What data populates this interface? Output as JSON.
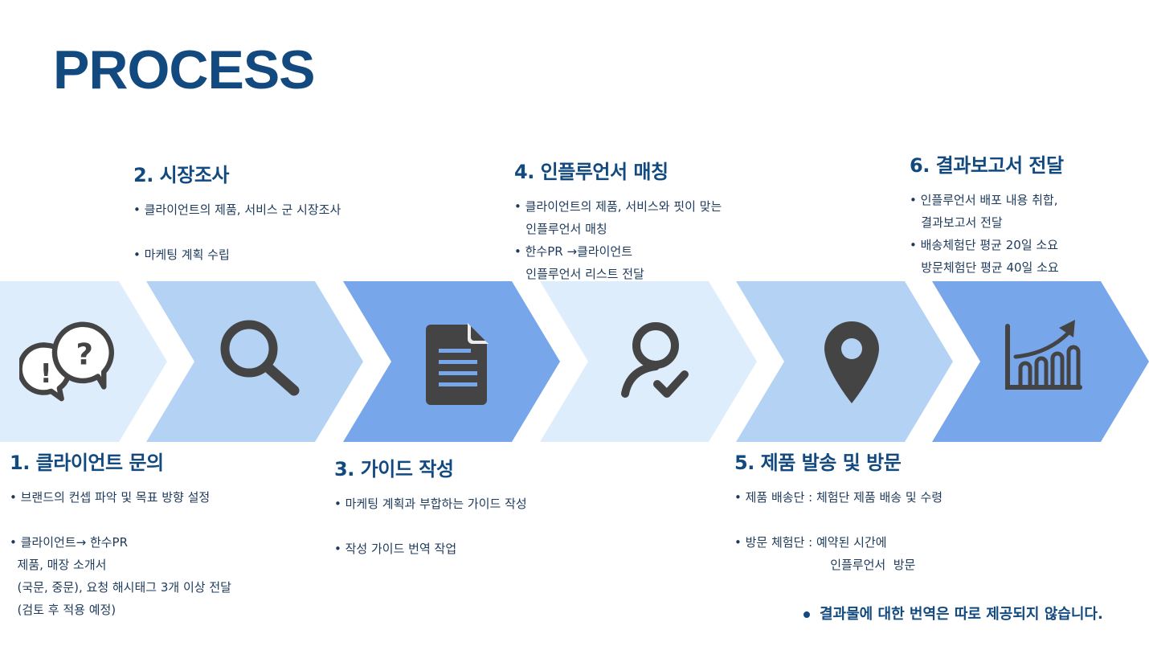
{
  "title": "PROCESS",
  "colors": {
    "title": "#124a80",
    "arrow_light": "#deedfb",
    "arrow_mid": "#b4d3f4",
    "arrow_dark": "#78a6ea",
    "icon": "#444444"
  },
  "steps": [
    {
      "heading": "1. 클라이언트 문의",
      "icon": "chat-question-icon",
      "lines": [
        "• 브랜드의 컨셉 파악 및 목표 방향 설정",
        "",
        "• 클라이언트→ 한수PR",
        "  제품, 매장 소개서",
        "  (국문, 중문), 요청 해시태그 3개 이상 전달",
        "  (검토 후 적용 예정)"
      ]
    },
    {
      "heading": "2. 시장조사",
      "icon": "magnifier-icon",
      "lines": [
        "• 클라이언트의 제품, 서비스 군 시장조사",
        "",
        "• 마케팅 계획 수립"
      ]
    },
    {
      "heading": "3. 가이드 작성",
      "icon": "document-icon",
      "lines": [
        "• 마케팅 계획과 부합하는 가이드 작성",
        "",
        "• 작성 가이드 번역 작업"
      ]
    },
    {
      "heading": "4. 인플루언서 매칭",
      "icon": "user-check-icon",
      "lines": [
        "• 클라이언트의 제품, 서비스와 핏이 맞는",
        "   인플루언서 매칭",
        "• 한수PR →클라이언트",
        "   인플루언서 리스트 전달"
      ]
    },
    {
      "heading": "5. 제품 발송 및 방문",
      "icon": "map-pin-icon",
      "lines": [
        "• 제품 배송단 : 체험단 제품 배송 및 수령",
        "",
        "• 방문 체험단 : 예약된 시간에",
        "                         인플루언서  방문"
      ]
    },
    {
      "heading": "6. 결과보고서 전달",
      "icon": "growth-chart-icon",
      "lines": [
        "• 인플루언서 배포 내용 취합,",
        "   결과보고서 전달",
        "• 배송체험단 평균 20일 소요",
        "   방문체험단 평균 40일 소요"
      ]
    }
  ],
  "footnote": "결과물에 대한 번역은 따로 제공되지 않습니다."
}
